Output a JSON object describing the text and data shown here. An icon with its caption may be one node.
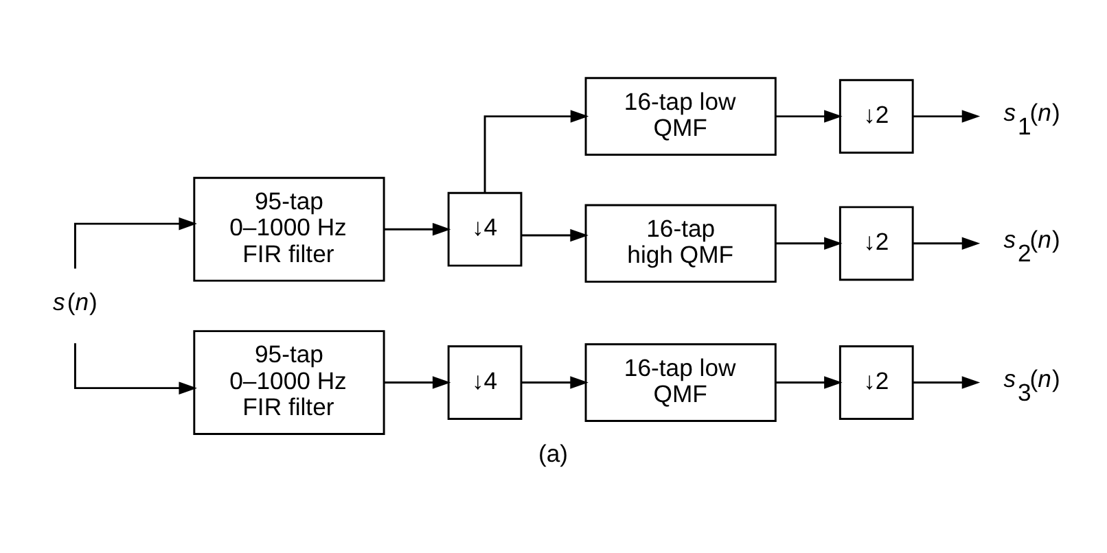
{
  "diagram": {
    "caption": "(a)",
    "nodes": [
      {
        "text": [
          "*s*(*n*)"
        ]
      },
      {
        "text": [
          "95-tap 0–1000 Hz FIR filter"
        ]
      },
      {
        "text": [
          "↓4"
        ]
      },
      {
        "text": [
          "16-tap low QMF"
        ]
      },
      {
        "text": [
          "↓2"
        ]
      },
      {
        "text": [
          "*s*$_{1}$(*n*)"
        ]
      },
      {
        "text": [
          "16-tap high QMF"
        ]
      },
      {
        "text": [
          "↓2"
        ]
      },
      {
        "text": [
          "*s*$_{2}$(*n*)"
        ]
      },
      {
        "text": [
          "95-tap 0–1000 Hz FIR filter"
        ]
      },
      {
        "text": [
          "↓4"
        ]
      },
      {
        "text": [
          "16-tap low QMF"
        ]
      },
      {
        "text": [
          "↓2"
        ]
      },
      {
        "text": [
          "*s*$_{3}$(*n*)"
        ]
      }
    ],
    "edges": [
      {
        "from": 0,
        "to": 1,
        "arrow": "to"
      },
      {
        "from": 0,
        "to": 9,
        "arrow": "to"
      },
      {
        "from": 1,
        "to": 2,
        "arrow": "to"
      },
      {
        "from": 2,
        "to": 3,
        "arrow": "to"
      },
      {
        "from": 2,
        "to": 6,
        "arrow": "to"
      },
      {
        "from": 3,
        "to": 4,
        "arrow": "to"
      },
      {
        "from": 4,
        "to": 5,
        "arrow": "to"
      },
      {
        "from": 6,
        "to": 7,
        "arrow": "to"
      },
      {
        "from": 7,
        "to": 8,
        "arrow": "to"
      },
      {
        "from": 9,
        "to": 10,
        "arrow": "to"
      },
      {
        "from": 10,
        "to": 11,
        "arrow": "to"
      },
      {
        "from": 11,
        "to": 12,
        "arrow": "to"
      },
      {
        "from": 12,
        "to": 13,
        "arrow": "to"
      }
    ]
  }
}
